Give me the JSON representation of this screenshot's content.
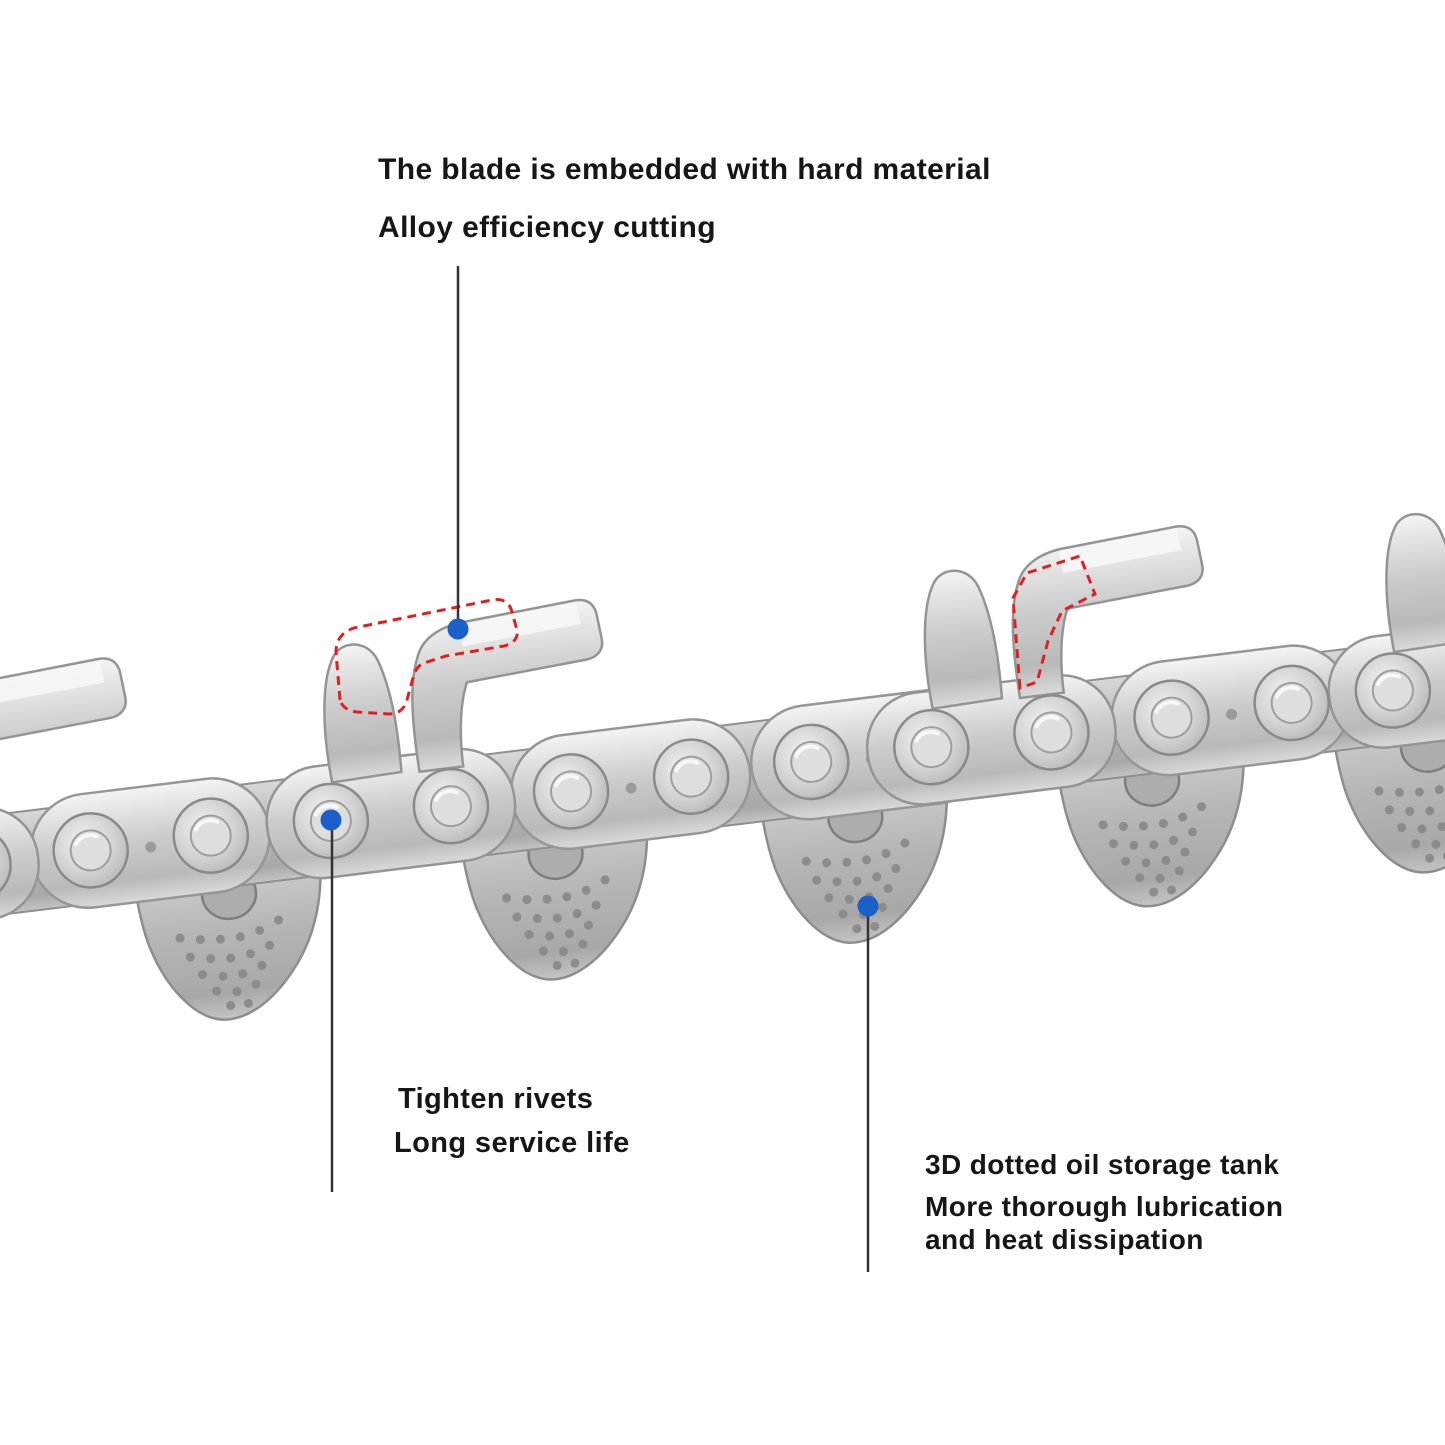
{
  "annotations": {
    "blade": {
      "line1": "The blade is embedded with hard material",
      "line2": "Alloy efficiency cutting"
    },
    "rivets": {
      "line1": "Tighten rivets",
      "line2": "Long service life"
    },
    "oil": {
      "line1": "3D dotted oil storage tank",
      "line2": "More thorough lubrication and heat dissipation"
    }
  },
  "colors": {
    "marker_dot": "#1b5fc8",
    "callout_line": "#333333",
    "highlight_outline": "#e02020",
    "text": "#161616"
  }
}
